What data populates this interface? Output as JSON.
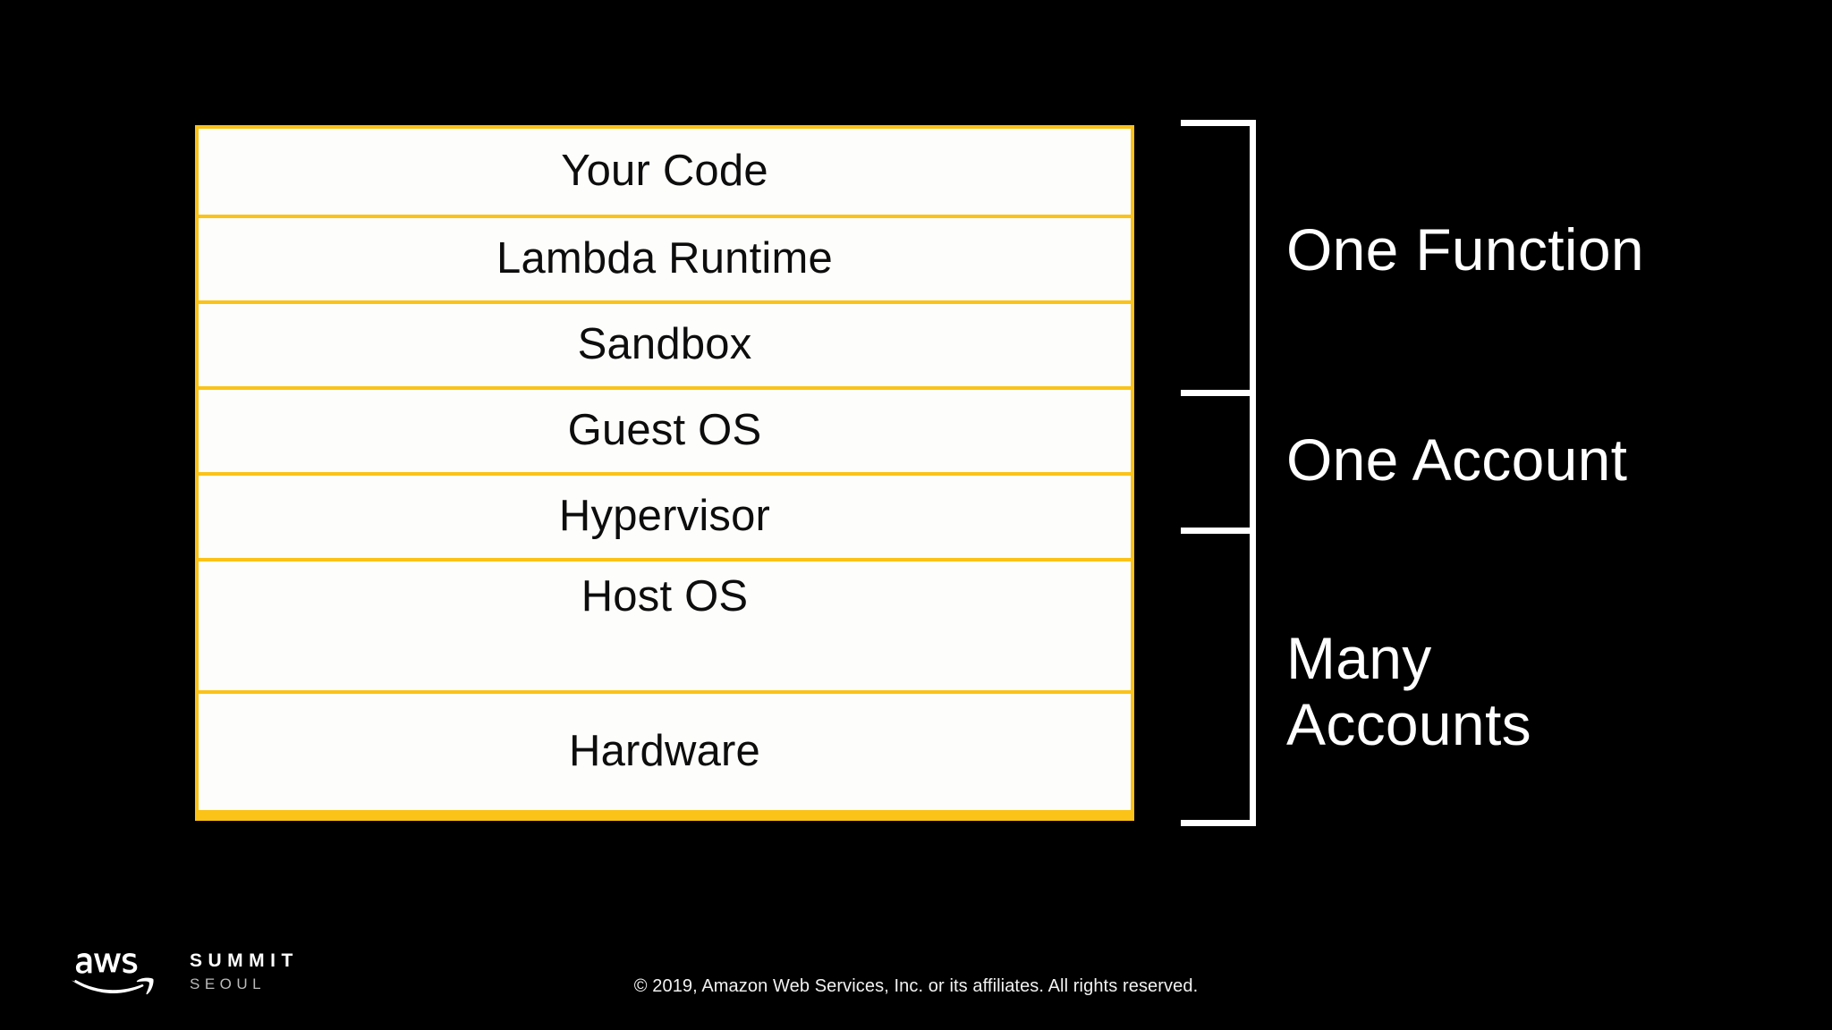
{
  "theme": {
    "background": "#000000",
    "accent_yellow": "#FBC318",
    "panel_fill": "#FDFDFB",
    "text_on_panel": "#0D0D0D",
    "text_on_dark": "#FFFFFF"
  },
  "diagram": {
    "name": "lambda-execution-stack",
    "layers": [
      {
        "label": "Your Code"
      },
      {
        "label": "Lambda Runtime"
      },
      {
        "label": "Sandbox"
      },
      {
        "label": "Guest OS"
      },
      {
        "label": "Hypervisor"
      },
      {
        "label": "Host OS"
      },
      {
        "label": "Hardware"
      }
    ]
  },
  "groups": [
    {
      "id": "one-function",
      "label": "One Function",
      "covers": [
        "Your Code",
        "Lambda Runtime",
        "Sandbox"
      ]
    },
    {
      "id": "one-account",
      "label": "One Account",
      "covers": [
        "Guest OS",
        "Hypervisor"
      ]
    },
    {
      "id": "many-accounts",
      "label": "Many\nAccounts",
      "covers": [
        "Host OS",
        "Hardware"
      ]
    }
  ],
  "footer": {
    "brand": "aws",
    "event": "SUMMIT",
    "city": "SEOUL",
    "copyright": "© 2019, Amazon Web Services, Inc. or its affiliates. All rights reserved."
  }
}
